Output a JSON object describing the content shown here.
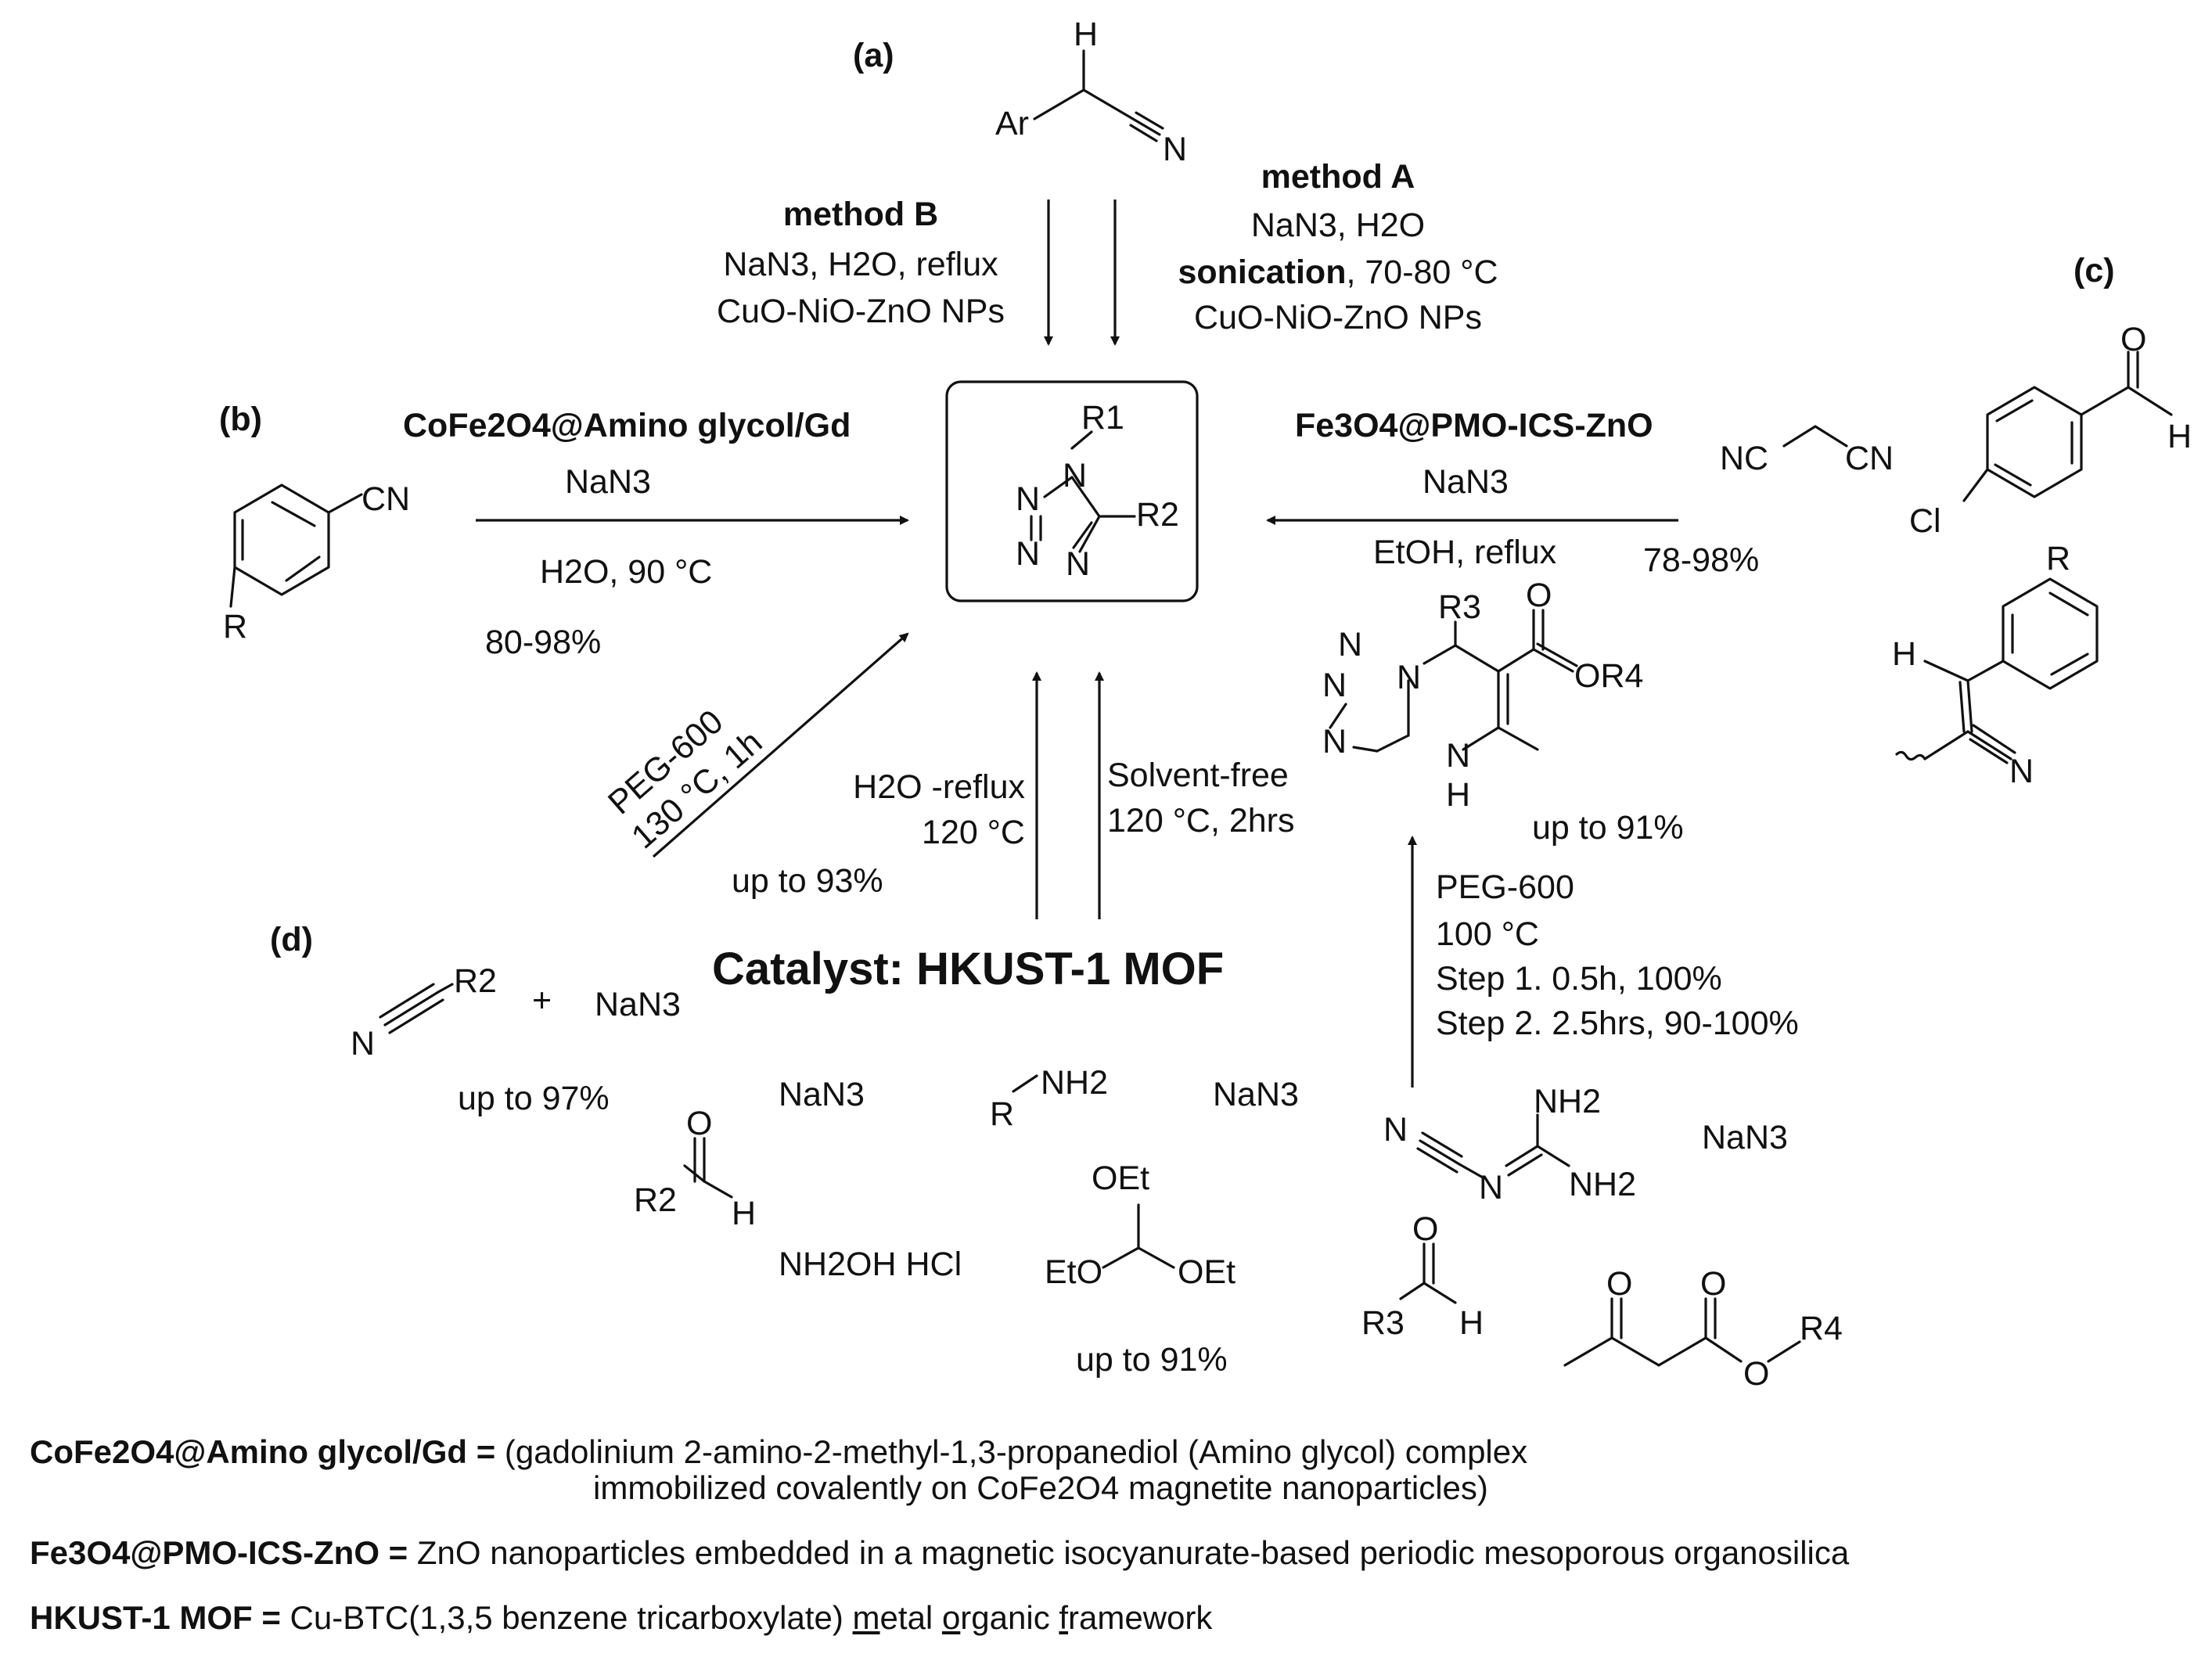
{
  "panels": {
    "a": "(a)",
    "b": "(b)",
    "c": "(c)",
    "d": "(d)"
  },
  "route_a": {
    "method_b_title": "method B",
    "method_b_line1": "NaN3, H2O, reflux",
    "method_b_line2": "CuO-NiO-ZnO NPs",
    "method_a_title": "method A",
    "method_a_line1": "NaN3, H2O",
    "method_a_sonication": "sonication",
    "method_a_temp": ", 70-80 °C",
    "method_a_line3": "CuO-NiO-ZnO NPs",
    "substrate_labels": [
      "H",
      "Ar",
      "N"
    ]
  },
  "route_b": {
    "catalyst": "CoFe2O4@Amino glycol/Gd",
    "reagent": "NaN3",
    "conditions": "H2O, 90 °C",
    "yield": "80-98%",
    "substrate_labels": [
      "CN",
      "R"
    ]
  },
  "route_c": {
    "catalyst": "Fe3O4@PMO-ICS-ZnO",
    "reagent": "NaN3",
    "conditions": "EtOH, reflux",
    "yield": "78-98%",
    "substrate_labels": [
      "NC",
      "CN",
      "O",
      "H",
      "Cl",
      "R",
      "H",
      "N"
    ]
  },
  "product": {
    "labels": [
      "R1",
      "N",
      "N",
      "N",
      "N",
      "R2"
    ]
  },
  "route_d": {
    "catalyst": "Catalyst: HKUST-1 MOF",
    "peg_line1": "PEG-600",
    "peg_line2": "130 °C, 1h",
    "yield_left": "up to 93%",
    "water_line1": "H2O -reflux",
    "water_line2": "120 °C",
    "solvent_line1": "Solvent-free",
    "solvent_line2": "120 °C, 2hrs",
    "yield_nitrile": "up to 97%",
    "yield_orthoformate": "up to 91%",
    "reagents": [
      "NaN3",
      "NaN3",
      "NaN3",
      "NH2OH HCl",
      "OEt",
      "EtO",
      "OEt",
      "R2",
      "R",
      "NH2",
      "O",
      "H"
    ]
  },
  "route_e": {
    "peg_line1": "PEG-600",
    "peg_line2": "100 °C",
    "step1": "Step 1. 0.5h, 100%",
    "step2": "Step 2. 2.5hrs, 90-100%",
    "yield": "up to 91%",
    "reagent": "NaN3",
    "labels": [
      "R3",
      "O",
      "OR4",
      "N",
      "N",
      "N",
      "N",
      "N",
      "H",
      "NH2",
      "NH2",
      "N",
      "N",
      "O",
      "H",
      "R3",
      "O",
      "O",
      "O",
      "R4"
    ]
  },
  "legend": {
    "l1_name": "CoFe2O4@Amino glycol/Gd =",
    "l1_text_a": "(gadolinium 2-amino-2-methyl-1,3-propanediol (Amino glycol) complex",
    "l1_text_b": "immobilized covalently on CoFe2O4 magnetite nanoparticles)",
    "l2_name": "Fe3O4@PMO-ICS-ZnO =",
    "l2_text": "ZnO nanoparticles embedded in a magnetic isocyanurate-based periodic mesoporous organosilica",
    "l3_name": "HKUST-1 MOF =",
    "l3_text_a": "Cu-BTC(1,3,5 benzene tricarboxylate)",
    "l3_m": "m",
    "l3_etal": "etal",
    "l3_o": "o",
    "l3_rganic": "rganic",
    "l3_f": "f",
    "l3_ramework": "ramework"
  }
}
